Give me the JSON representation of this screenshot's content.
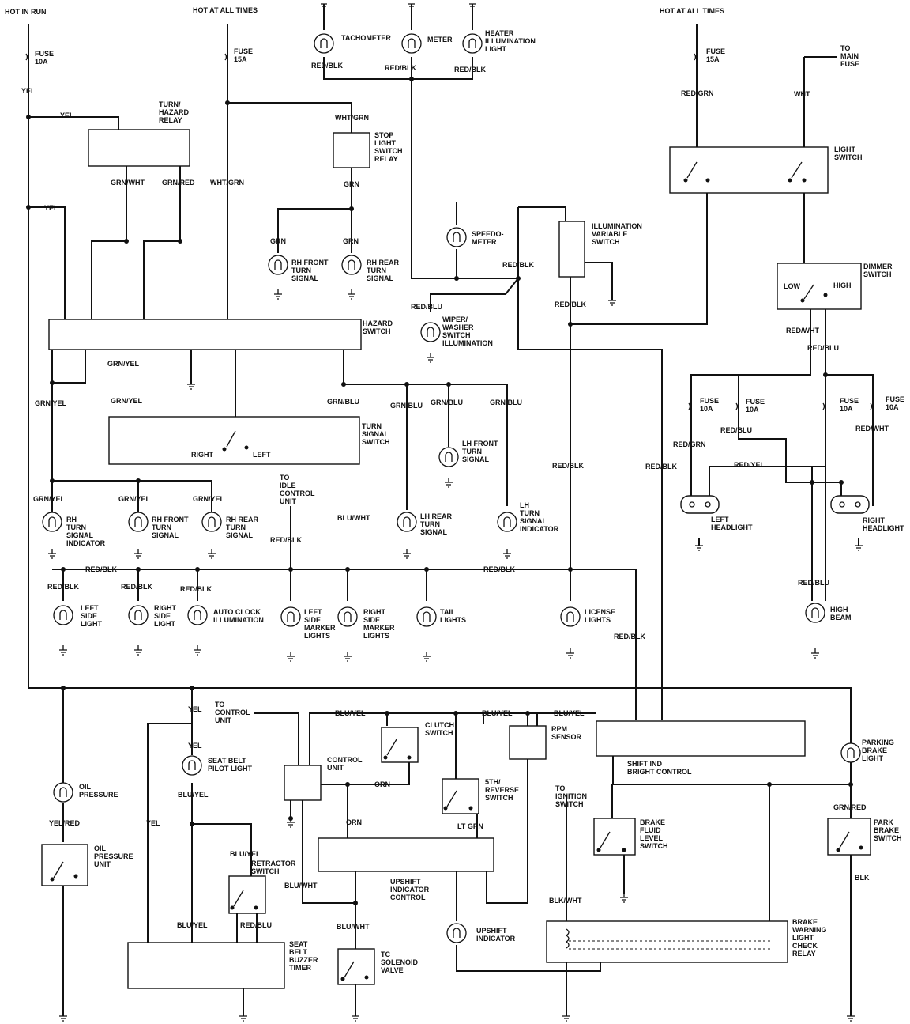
{
  "supply": {
    "hot_in_run": "HOT IN RUN",
    "hot_at_all_times_1": "HOT AT ALL TIMES",
    "hot_at_all_times_2": "HOT  AT ALL TIMES",
    "fuse_10a_main": "FUSE\n10A",
    "fuse_15a_main": "FUSE\n15A",
    "fuse_15a_right": "FUSE\n15A",
    "to_main_fuse": "TO\nMAIN\nFUSE"
  },
  "wires": {
    "yel": "YEL",
    "yel2": "YEL",
    "yel3": "YEL",
    "yel4": "YEL",
    "yel5": "YEL",
    "yel6": "YEL",
    "red_grn": "RED/GRN",
    "wht": "WHT",
    "grn_wht": "GRN/WHT",
    "grn_red": "GRN/RED",
    "wht_grn": "WHT/GRN",
    "wht_grn2": "WHT/GRN",
    "grn": "GRN",
    "grn2": "GRN",
    "grn3": "GRN",
    "red_blk_tach": "RED/BLK",
    "red_blk_meter": "RED/BLK",
    "red_blk_heater": "RED/BLK",
    "red_blk_mid": "RED/BLK",
    "red_blk_illum": "RED/BLK",
    "red_blk_col": "RED/BLK",
    "red_blk_col2": "RED/BLK",
    "red_blk_idle": "RED/BLK",
    "red_blk_bus": "RED/BLK",
    "red_blk_bus2": "RED/BLK",
    "red_blk_a": "RED/BLK",
    "red_blk_b": "RED/BLK",
    "red_blk_c": "RED/BLK",
    "red_blk_lic": "RED/BLK",
    "red_blu": "RED/BLU",
    "red_wht": "RED/WHT",
    "red_blu2": "RED/BLU",
    "red_grn2": "RED/GRN",
    "red_blu3": "RED/BLU",
    "red_wht2": "RED/WHT",
    "red_yel": "RED/YEL",
    "red_blu_hb": "RED/BLU",
    "grn_yel_1": "GRN/YEL",
    "grn_yel_2": "GRN/YEL",
    "grn_yel_3": "GRN/YEL",
    "grn_yel_4": "GRN/YEL",
    "grn_yel_5": "GRN/YEL",
    "grn_yel_6": "GRN/YEL",
    "grn_blu_1": "GRN/BLU",
    "grn_blu_2": "GRN/BLU",
    "grn_blu_3": "GRN/BLU",
    "grn_blu_4": "GRN/BLU",
    "blu_wht": "BLU/WHT",
    "blu_yel_1": "BLU/YEL",
    "blu_yel_2": "BLU/YEL",
    "blu_yel_3": "BLU/YEL",
    "blu_yel_4": "BLU/YEL",
    "blu_yel_5": "BLU/YEL",
    "blu_yel_6": "BLU/YEL",
    "orn": "ORN",
    "orn2": "ORN",
    "lt_grn": "LT GRN",
    "blu_wht2": "BLU/WHT",
    "blu_wht3": "BLU/WHT",
    "red_blu_buzz": "RED/BLU",
    "yel_red": "YEL/RED",
    "grn_red2": "GRN/RED",
    "blk": "BLK",
    "blk_wht": "BLK/WHT"
  },
  "components": {
    "turn_hazard_relay": "TURN/\nHAZARD\nRELAY",
    "stop_light_relay": "STOP\nLIGHT\nSWITCH\nRELAY",
    "tachometer": "TACHOMETER",
    "meter": "METER",
    "heater_illum": "HEATER\nILLUMINATION\nLIGHT",
    "light_switch": "LIGHT\nSWITCH",
    "speedometer": "SPEEDO-\nMETER",
    "illum_var_switch": "ILLUMINATION\nVARIABLE\nSWITCH",
    "dimmer_switch": "DIMMER\nSWITCH",
    "low": "LOW",
    "high": "HIGH",
    "rh_front_turn": "RH FRONT\nTURN\nSIGNAL",
    "rh_rear_turn": "RH REAR\nTURN\nSIGNAL",
    "hazard_switch": "HAZARD\nSWITCH",
    "wiper_illum": "WIPER/\nWASHER\nSWITCH\nILLUMINATION",
    "turn_signal_switch": "TURN\nSIGNAL\nSWITCH",
    "right": "RIGHT",
    "left": "LEFT",
    "lh_front_turn": "LH FRONT\nTURN\nSIGNAL",
    "fuse_a": "FUSE\n10A",
    "fuse_b": "FUSE\n10A",
    "fuse_c": "FUSE\n10A",
    "fuse_d": "FUSE\n10A",
    "left_headlight": "LEFT\nHEADLIGHT",
    "right_headlight": "RIGHT\nHEADLIGHT",
    "rh_turn_ind": "RH\nTURN\nSIGNAL\nINDICATOR",
    "rh_front_turn2": "RH FRONT\nTURN\nSIGNAL",
    "rh_rear_turn2": "RH REAR\nTURN\nSIGNAL",
    "to_idle": "TO\nIDLE\nCONTROL\nUNIT",
    "lh_rear_turn": "LH REAR\nTURN\nSIGNAL",
    "lh_turn_ind": "LH\nTURN\nSIGNAL\nINDICATOR",
    "left_side_light": "LEFT\nSIDE\nLIGHT",
    "right_side_light": "RIGHT\nSIDE\nLIGHT",
    "auto_clock": "AUTO CLOCK\nILLUMINATION",
    "left_marker": "LEFT\nSIDE\nMARKER\nLIGHTS",
    "right_marker": "RIGHT\nSIDE\nMARKER\nLIGHTS",
    "tail_lights": "TAIL\nLIGHTS",
    "license_lights": "LICENSE\nLIGHTS",
    "high_beam": "HIGH\nBEAM",
    "oil_pressure": "OIL\nPRESSURE",
    "oil_pressure_unit": "OIL\nPRESSURE\nUNIT",
    "to_control_unit": "TO\nCONTROL\nUNIT",
    "seat_belt_pilot": "SEAT BELT\nPILOT LIGHT",
    "control_unit": "CONTROL\nUNIT",
    "clutch_switch": "CLUTCH\nSWITCH",
    "fifth_reverse": "5TH/\nREVERSE\nSWITCH",
    "rpm_sensor": "RPM\nSENSOR",
    "shift_ind": "SHIFT IND\nBRIGHT CONTROL",
    "parking_brake_light": "PARKING\nBRAKE\nLIGHT",
    "to_ignition": "TO\nIGNITION\nSWITCH",
    "brake_fluid": "BRAKE\nFLUID\nLEVEL\nSWITCH",
    "park_brake_switch": "PARK\nBRAKE\nSWITCH",
    "retractor_switch": "RETRACTOR\nSWITCH",
    "upshift_control": "UPSHIFT\nINDICATOR\nCONTROL",
    "upshift_indicator": "UPSHIFT\nINDICATOR",
    "brake_warn_relay": "BRAKE\nWARNING\nLIGHT\nCHECK\nRELAY",
    "seat_belt_buzzer": "SEAT\nBELT\nBUZZER\nTIMER",
    "tc_solenoid": "TC\nSOLENOID\nVALVE"
  }
}
